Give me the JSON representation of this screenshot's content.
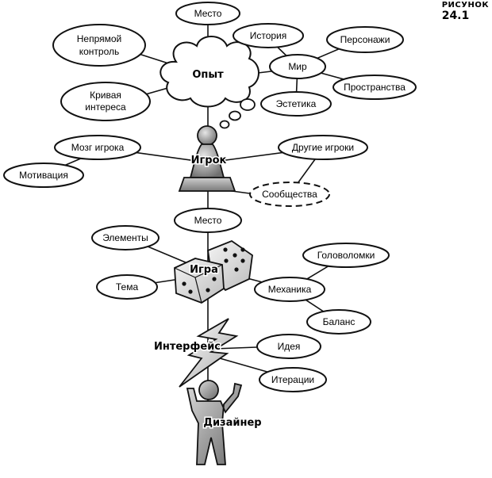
{
  "figure": {
    "caption": "РИСУНОК",
    "number": "24.1"
  },
  "main_labels": {
    "experience": "Опыт",
    "player": "Игрок",
    "game": "Игра",
    "interface": "Интерфейс",
    "designer": "Дизайнер"
  },
  "nodes": {
    "place_top": "Место",
    "indirect_control": [
      "Непрямой",
      "контроль"
    ],
    "history": "История",
    "characters": "Персонажи",
    "world": "Мир",
    "spaces": "Пространства",
    "interest_curve": [
      "Кривая",
      "интереса"
    ],
    "aesthetics": "Эстетика",
    "player_mind": "Мозг игрока",
    "other_players": "Другие игроки",
    "motivation": "Мотивация",
    "communities": "Сообщества",
    "place_mid": "Место",
    "elements": "Элементы",
    "puzzles": "Головоломки",
    "theme": "Тема",
    "mechanics": "Механика",
    "balance": "Баланс",
    "idea": "Идея",
    "iterations": "Итерации"
  }
}
